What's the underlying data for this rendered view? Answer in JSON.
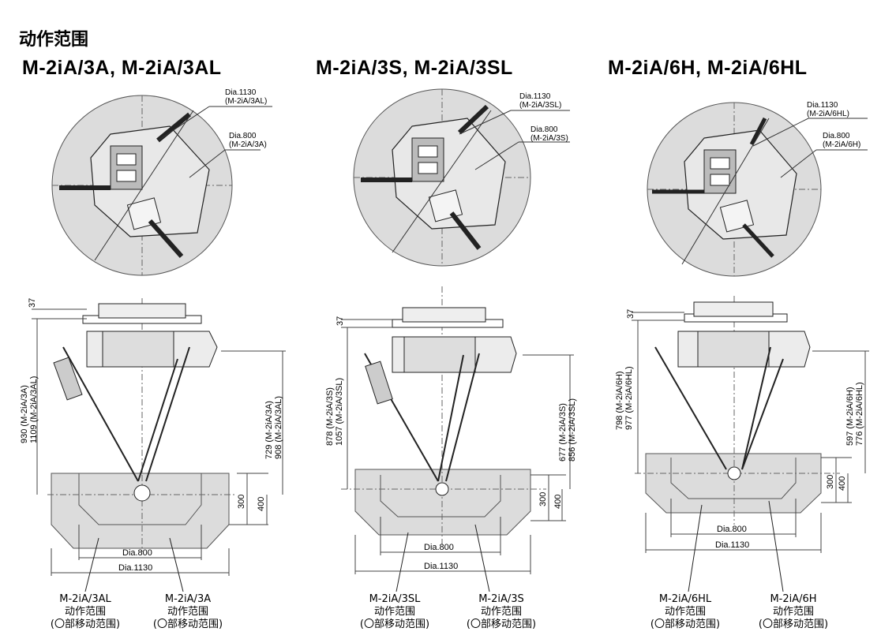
{
  "page_title": "动作范围",
  "columns": [
    {
      "title": "M-2iA/3A, M-2iA/3AL",
      "callout_large": [
        "Dia.1130",
        "(M-2iA/3AL)"
      ],
      "callout_small": [
        "Dia.800",
        "(M-2iA/3A)"
      ],
      "dim_offset": "37",
      "dim_left": [
        "930 (M-2iA/3A)",
        "1109 (M-2iA/3AL)"
      ],
      "dim_right": [
        "729 (M-2iA/3A)",
        "908 (M-2iA/3AL)"
      ],
      "dim_300": "300",
      "dim_400": "400",
      "dia_small": "Dia.800",
      "dia_large": "Dia.1130",
      "legend_left": {
        "model": "M-2iA/3AL",
        "line1": "动作范围",
        "line2": "(〇部移动范围)"
      },
      "legend_right": {
        "model": "M-2iA/3A",
        "line1": "动作范围",
        "line2": "(〇部移动范围)"
      }
    },
    {
      "title": "M-2iA/3S, M-2iA/3SL",
      "callout_large": [
        "Dia.1130",
        "(M-2iA/3SL)"
      ],
      "callout_small": [
        "Dia.800",
        "(M-2iA/3S)"
      ],
      "dim_offset": "37",
      "dim_left": [
        "878 (M-2iA/3S)",
        "1057 (M-2iA/3SL)"
      ],
      "dim_right": [
        "677 (M-2iA/3S)",
        "856 (M-2iA/3SL)"
      ],
      "dim_300": "300",
      "dim_400": "400",
      "dia_small": "Dia.800",
      "dia_large": "Dia.1130",
      "legend_left": {
        "model": "M-2iA/3SL",
        "line1": "动作范围",
        "line2": "(〇部移动范围)"
      },
      "legend_right": {
        "model": "M-2iA/3S",
        "line1": "动作范围",
        "line2": "(〇部移动范围)"
      }
    },
    {
      "title": "M-2iA/6H, M-2iA/6HL",
      "callout_large": [
        "Dia.1130",
        "(M-2iA/6HL)"
      ],
      "callout_small": [
        "Dia.800",
        "(M-2iA/6H)"
      ],
      "dim_offset": "37",
      "dim_left": [
        "798 (M-2iA/6H)",
        "977 (M-2iA/6HL)"
      ],
      "dim_right": [
        "597 (M-2iA/6H)",
        "776 (M-2iA/6HL)"
      ],
      "dim_300": "300",
      "dim_400": "400",
      "dia_small": "Dia.800",
      "dia_large": "Dia.1130",
      "legend_left": {
        "model": "M-2iA/6HL",
        "line1": "动作范围",
        "line2": "(〇部移动范围)"
      },
      "legend_right": {
        "model": "M-2iA/6H",
        "line1": "动作范围",
        "line2": "(〇部移动范围)"
      }
    }
  ]
}
